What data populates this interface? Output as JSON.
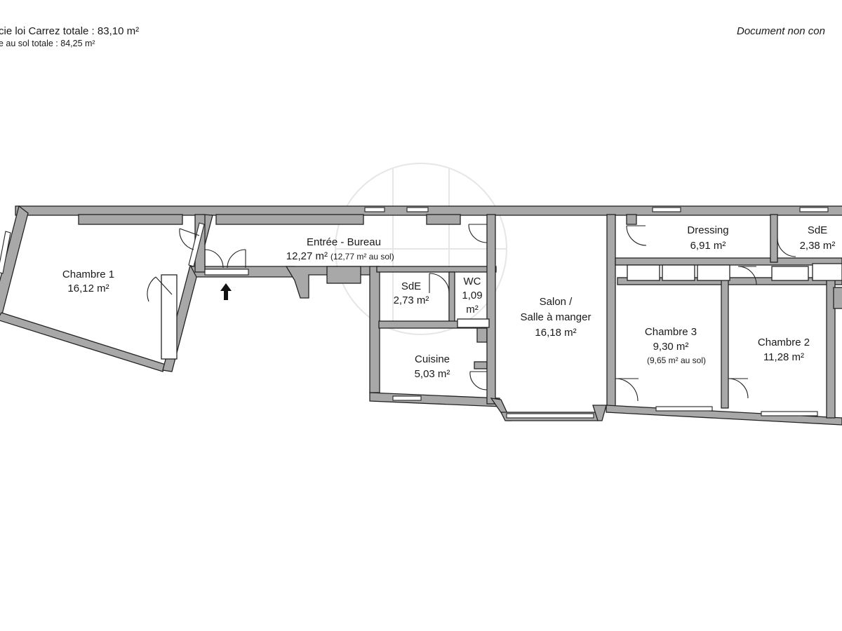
{
  "header": {
    "surface_carrez": "cie loi Carrez totale :  83,10 m²",
    "surface_sol": "e au sol totale : 84,25 m²",
    "disclaimer": "Document non con"
  },
  "rooms": {
    "chambre1": {
      "name": "Chambre 1",
      "area": "16,12 m²"
    },
    "entree": {
      "name": "Entrée - Bureau",
      "area": "12,27 m²",
      "floor": "(12,77 m² au sol)"
    },
    "sde1": {
      "name": "SdE",
      "area": "2,73 m²"
    },
    "wc": {
      "name": "WC",
      "area_line1": "1,09",
      "area_line2": "m²"
    },
    "cuisine": {
      "name": "Cuisine",
      "area": "5,03 m²"
    },
    "salon": {
      "name_line1": "Salon /",
      "name_line2": "Salle à manger",
      "area": "16,18 m²"
    },
    "dressing": {
      "name": "Dressing",
      "area": "6,91 m²"
    },
    "sde2": {
      "name": "SdE",
      "area": "2,38 m²"
    },
    "chambre3": {
      "name": "Chambre 3",
      "area": "9,30 m²",
      "floor": "(9,65 m² au sol)"
    },
    "chambre2": {
      "name": "Chambre 2",
      "area": "11,28 m²"
    }
  },
  "colors": {
    "wall_fill": "#a8a8a8",
    "wall_stroke": "#222222",
    "text": "#1a1a1a"
  },
  "icons": {
    "entrance": "entrance-arrow-icon",
    "watermark": "agency-logo-watermark"
  }
}
